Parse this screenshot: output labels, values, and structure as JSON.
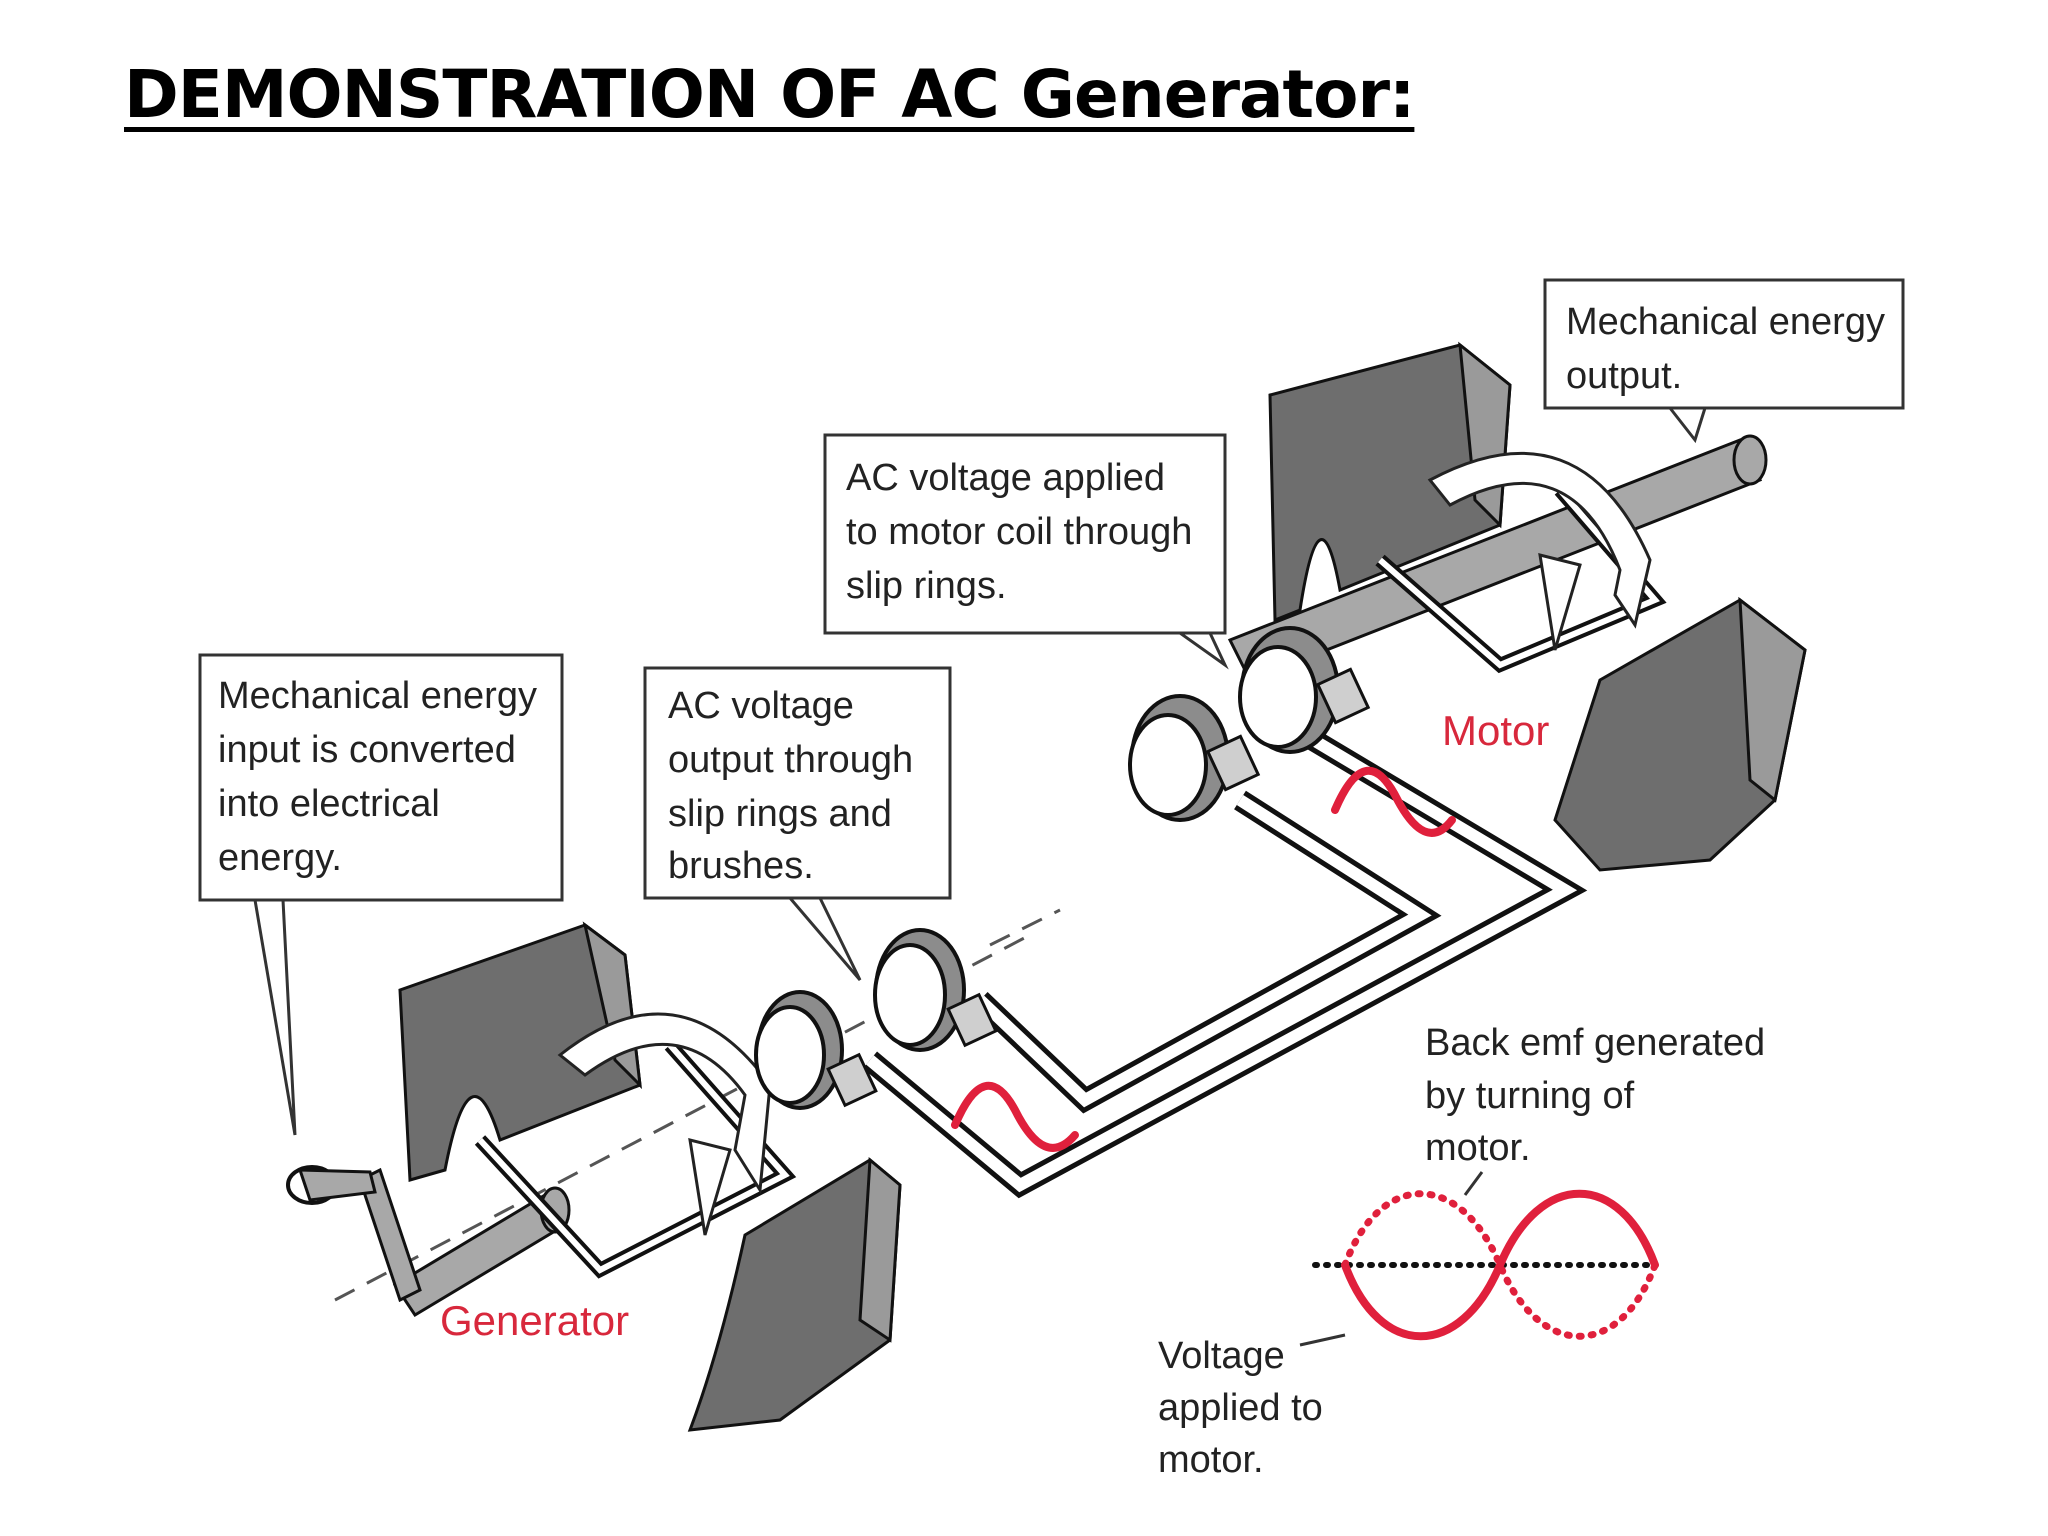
{
  "title": "DEMONSTRATION OF AC Generator:",
  "callouts": {
    "generator_input": [
      "Mechanical energy",
      "input is converted",
      "into electrical",
      "energy."
    ],
    "generator_output": [
      "AC voltage",
      "output through",
      "slip rings and",
      "brushes."
    ],
    "motor_input": [
      "AC voltage applied",
      "to motor coil through",
      "slip rings."
    ],
    "motor_output": [
      "Mechanical energy",
      "output."
    ]
  },
  "labels": {
    "generator": "Generator",
    "motor": "Motor",
    "back_emf": [
      "Back emf generated",
      "by turning of",
      "motor."
    ],
    "voltage_applied": [
      "Voltage",
      "applied to",
      "motor."
    ]
  },
  "colors": {
    "accent_red": "#e0203c",
    "magnet_gray": "#6e6e6e"
  }
}
